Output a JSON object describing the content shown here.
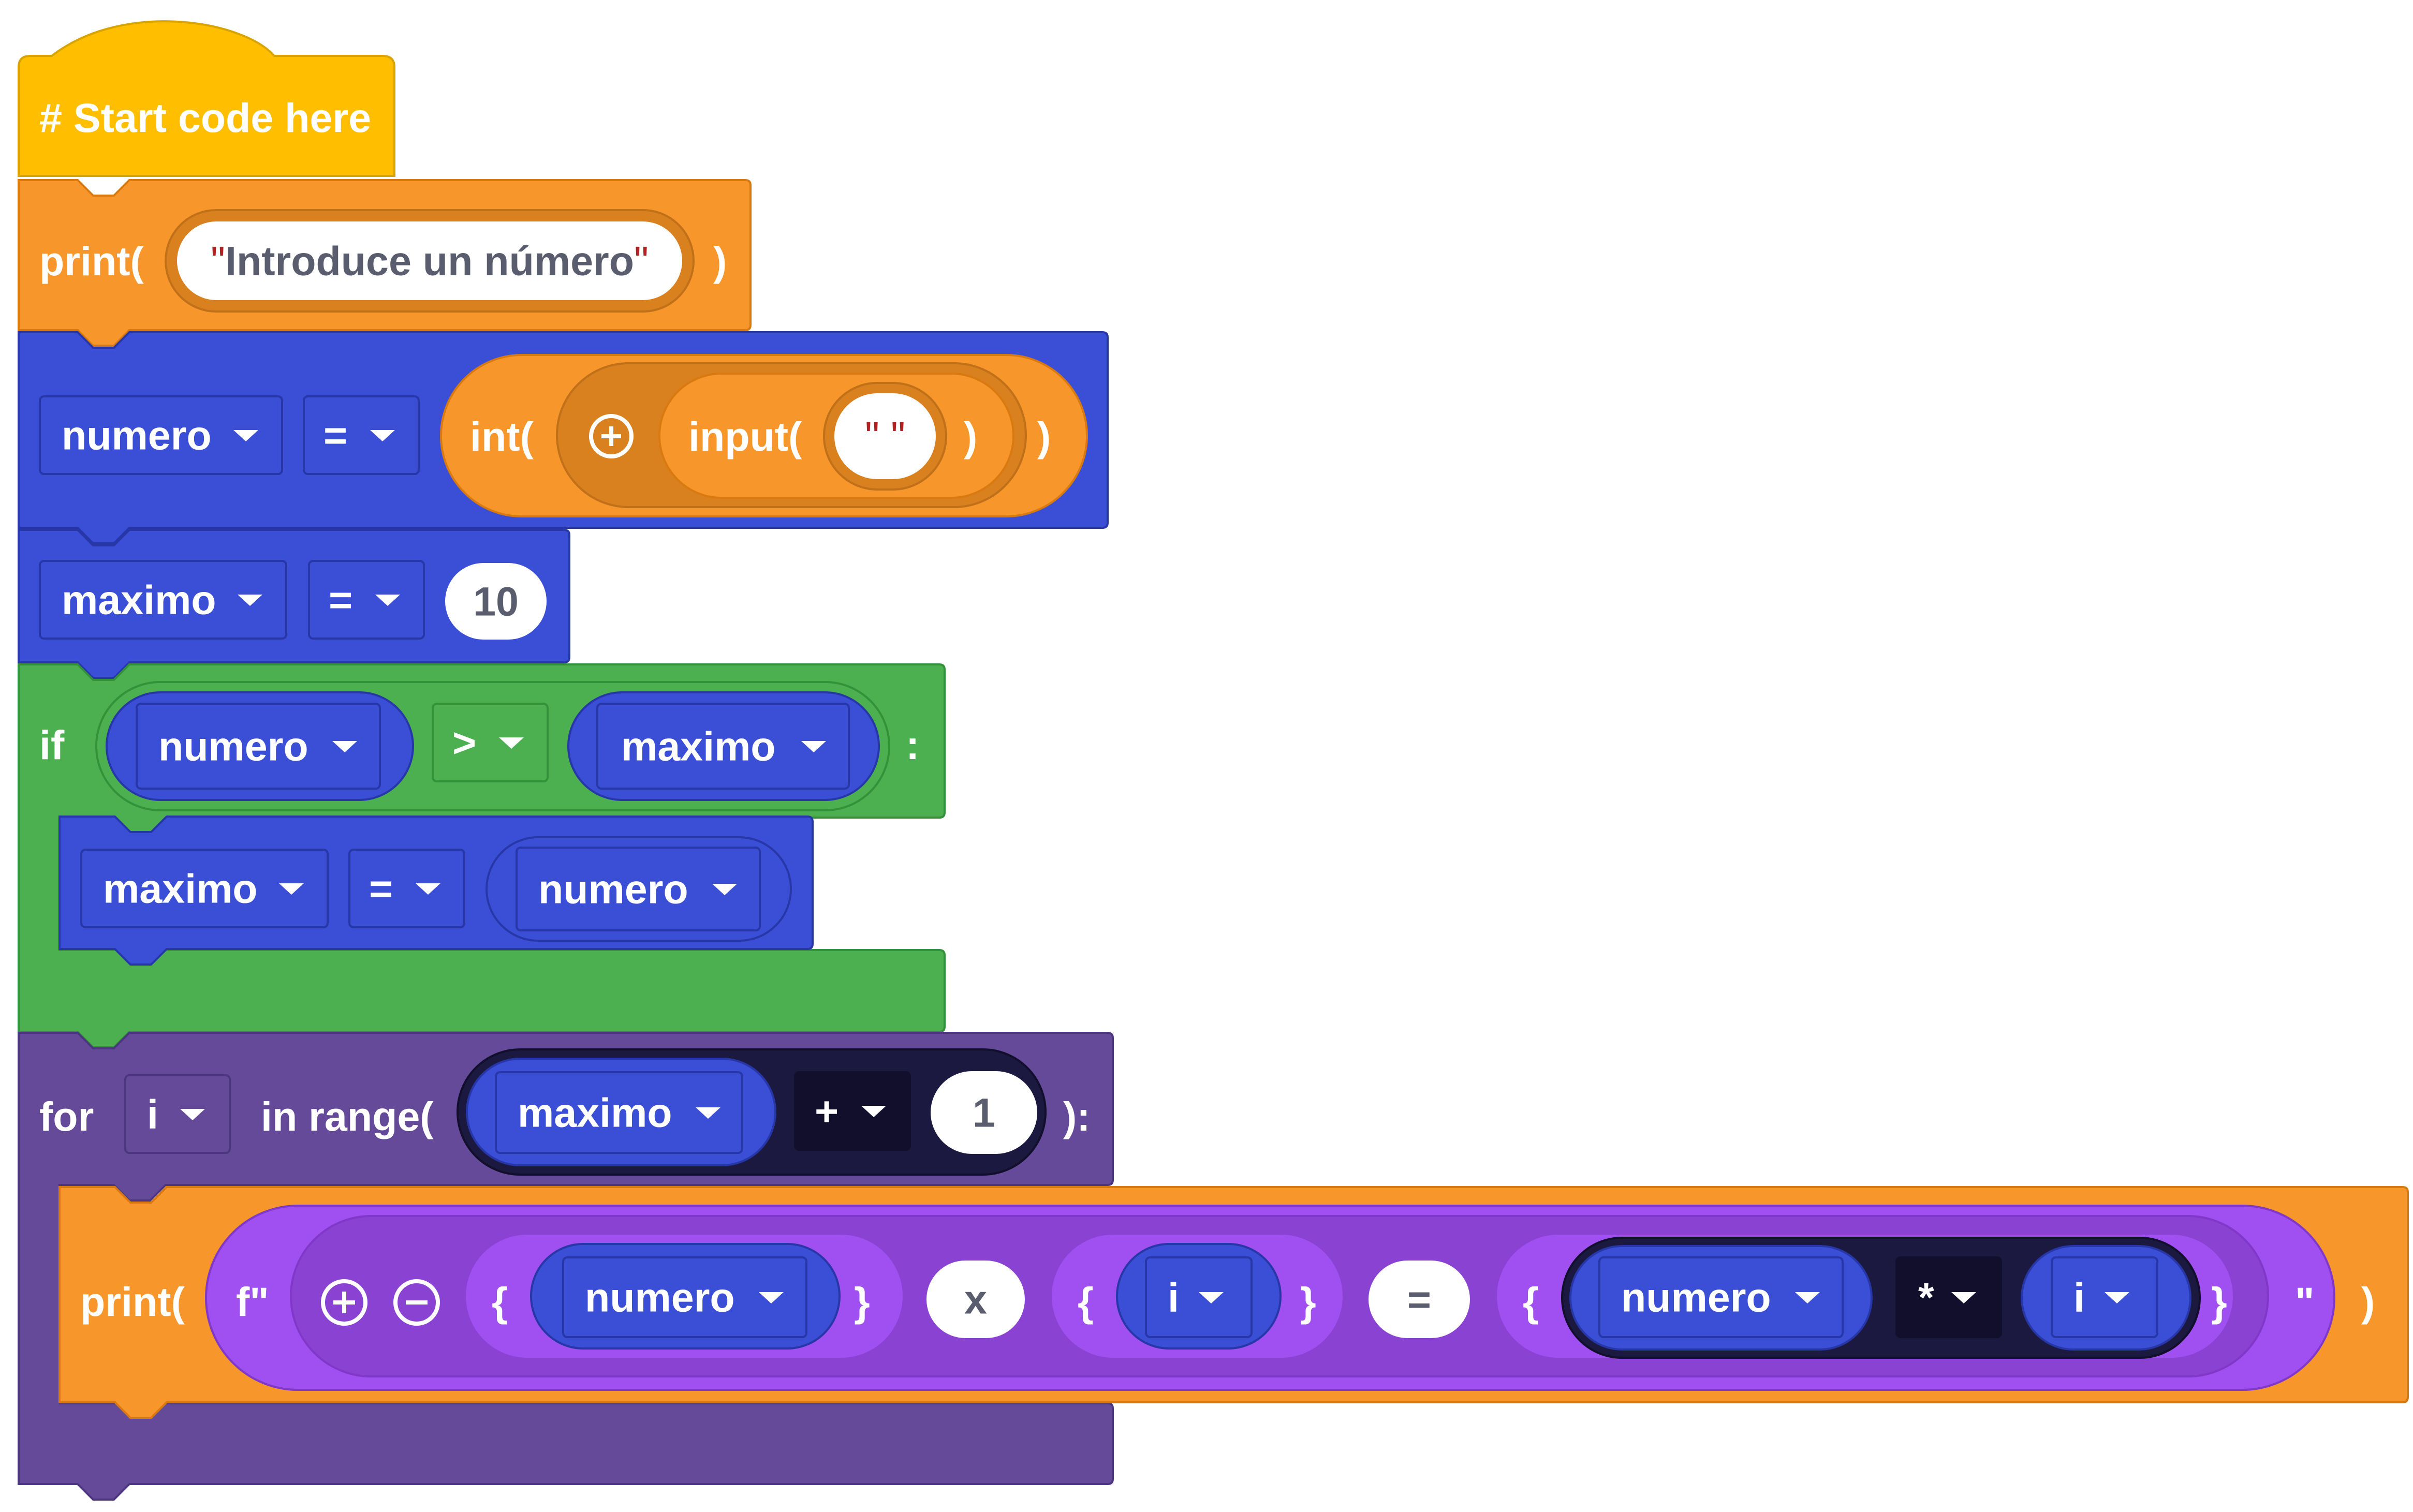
{
  "hat": {
    "label": "# Start code here"
  },
  "print1": {
    "label": "print(",
    "text": "Introduce un número",
    "close": ")"
  },
  "assign_input": {
    "var": "numero",
    "op": "=",
    "int_label": "int(",
    "input_label": "input(",
    "input_text": "",
    "close_inner": ")",
    "close_outer": ")"
  },
  "assign_max": {
    "var": "maximo",
    "op": "=",
    "value": "10"
  },
  "if_block": {
    "label": "if",
    "left": "numero",
    "op": ">",
    "right": "maximo",
    "colon": ":",
    "body": {
      "var": "maximo",
      "op": "=",
      "value": "numero"
    }
  },
  "for_block": {
    "label": "for",
    "var": "i",
    "in_range": "in range(",
    "range_left": "maximo",
    "range_op": "+",
    "range_right": "1",
    "close": "):",
    "body": {
      "print_label": "print(",
      "f_prefix": "f\"",
      "brace_open": "{",
      "brace_close": "}",
      "part1_var": "numero",
      "sep1": "x",
      "part2_var": "i",
      "sep2": "=",
      "part3_left": "numero",
      "part3_op": "*",
      "part3_right": "i",
      "f_close": "\"",
      "close": ")"
    }
  },
  "quote": "\"",
  "icons": [
    "plus-circle-icon",
    "minus-circle-icon",
    "dropdown-caret-icon"
  ],
  "colors": {
    "hat": "#ffbf00",
    "text_block": "#f7962a",
    "variables": "#3a4fd6",
    "control": "#4caf50",
    "loop": "#654a99",
    "fstring": "#a04ff0",
    "dark_op": "#1c1940",
    "literal": "#ffffff"
  }
}
